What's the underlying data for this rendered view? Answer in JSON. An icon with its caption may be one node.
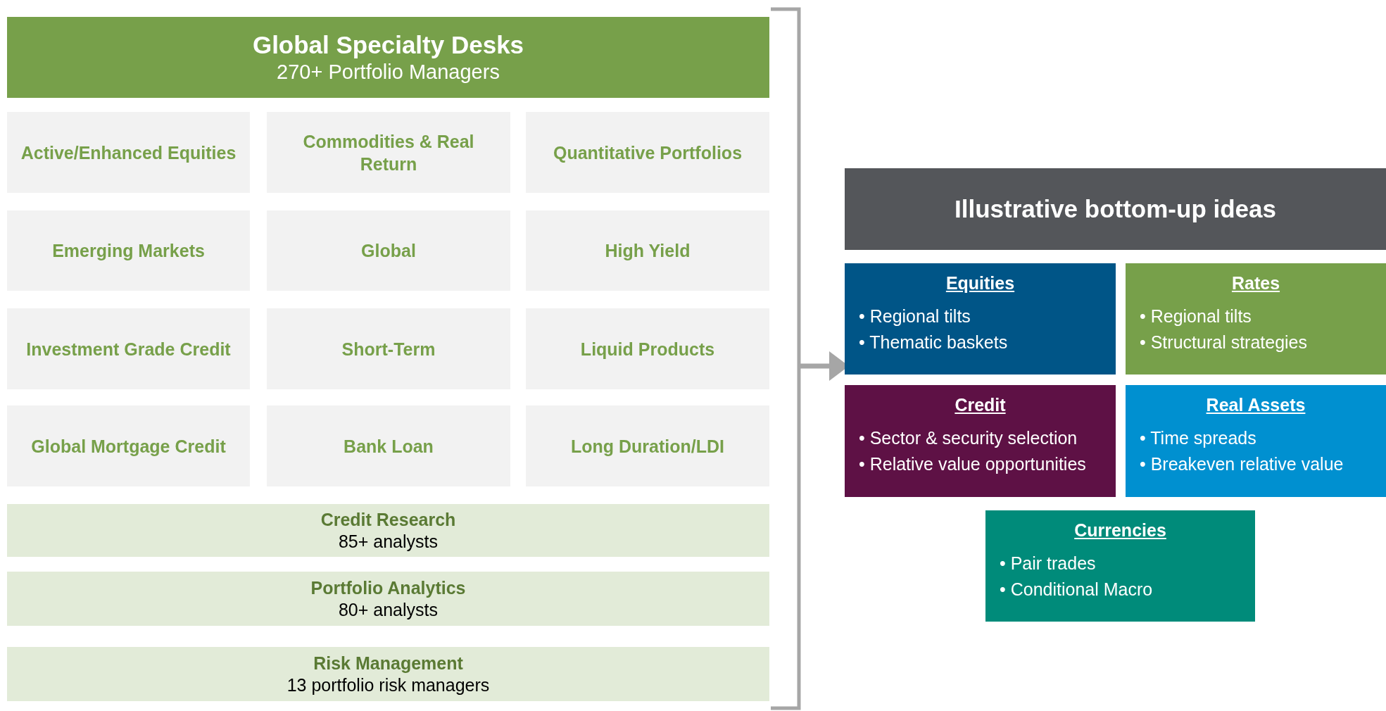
{
  "diagram": {
    "nodes": [
      {
        "text": [
          "Global Specialty Desks",
          "270+ Portfolio Managers"
        ]
      },
      {
        "text": [
          "Active/Enhanced Equities"
        ]
      },
      {
        "text": [
          "Commodities & Real Return"
        ]
      },
      {
        "text": [
          "Quantitative Portfolios"
        ]
      },
      {
        "text": [
          "Emerging Markets"
        ]
      },
      {
        "text": [
          "Global"
        ]
      },
      {
        "text": [
          "High Yield"
        ]
      },
      {
        "text": [
          "Investment Grade Credit"
        ]
      },
      {
        "text": [
          "Short-Term"
        ]
      },
      {
        "text": [
          "Liquid Products"
        ]
      },
      {
        "text": [
          "Global Mortgage Credit"
        ]
      },
      {
        "text": [
          "Bank Loan"
        ]
      },
      {
        "text": [
          "Long Duration/LDI"
        ]
      },
      {
        "text": [
          "Credit Research",
          "85+ analysts"
        ]
      },
      {
        "text": [
          "Portfolio Analytics",
          "80+ analysts"
        ]
      },
      {
        "text": [
          "Risk Management",
          "13 portfolio risk managers"
        ]
      },
      {
        "text": [
          "Illustrative bottom-up ideas"
        ]
      },
      {
        "text": [
          "Equities",
          "•  Regional tilts",
          "•  Thematic baskets"
        ]
      },
      {
        "text": [
          "Rates",
          "•  Regional tilts",
          "•  Structural strategies"
        ]
      },
      {
        "text": [
          "Credit",
          "•  Sector & security selection",
          "•  Relative value opportunities"
        ]
      },
      {
        "text": [
          "Real Assets",
          "•  Time spreads",
          "•  Breakeven relative value"
        ]
      },
      {
        "text": [
          "Currencies",
          "•  Pair trades",
          "•  Conditional Macro"
        ]
      },
      {
        "text": [],
        "shape": "bracket"
      }
    ],
    "edges": [
      {
        "from": 22,
        "to": 17,
        "arrow": "to"
      }
    ]
  }
}
